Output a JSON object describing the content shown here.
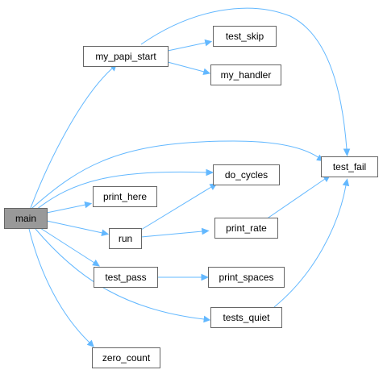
{
  "graph": {
    "root": "main",
    "nodes": {
      "main": "main",
      "my_papi_start": "my_papi_start",
      "test_skip": "test_skip",
      "my_handler": "my_handler",
      "test_fail": "test_fail",
      "do_cycles": "do_cycles",
      "print_here": "print_here",
      "run": "run",
      "print_rate": "print_rate",
      "test_pass": "test_pass",
      "print_spaces": "print_spaces",
      "tests_quiet": "tests_quiet",
      "zero_count": "zero_count"
    },
    "edges": [
      [
        "main",
        "my_papi_start"
      ],
      [
        "main",
        "test_fail"
      ],
      [
        "main",
        "do_cycles"
      ],
      [
        "main",
        "print_here"
      ],
      [
        "main",
        "run"
      ],
      [
        "main",
        "test_pass"
      ],
      [
        "main",
        "tests_quiet"
      ],
      [
        "main",
        "zero_count"
      ],
      [
        "my_papi_start",
        "test_skip"
      ],
      [
        "my_papi_start",
        "my_handler"
      ],
      [
        "my_papi_start",
        "test_fail"
      ],
      [
        "run",
        "do_cycles"
      ],
      [
        "run",
        "print_rate"
      ],
      [
        "print_rate",
        "test_fail"
      ],
      [
        "test_pass",
        "print_spaces"
      ],
      [
        "tests_quiet",
        "test_fail"
      ]
    ],
    "colors": {
      "edge": "#63b8ff",
      "node_border": "#666666",
      "root_fill": "#999999",
      "node_fill": "#ffffff"
    }
  }
}
